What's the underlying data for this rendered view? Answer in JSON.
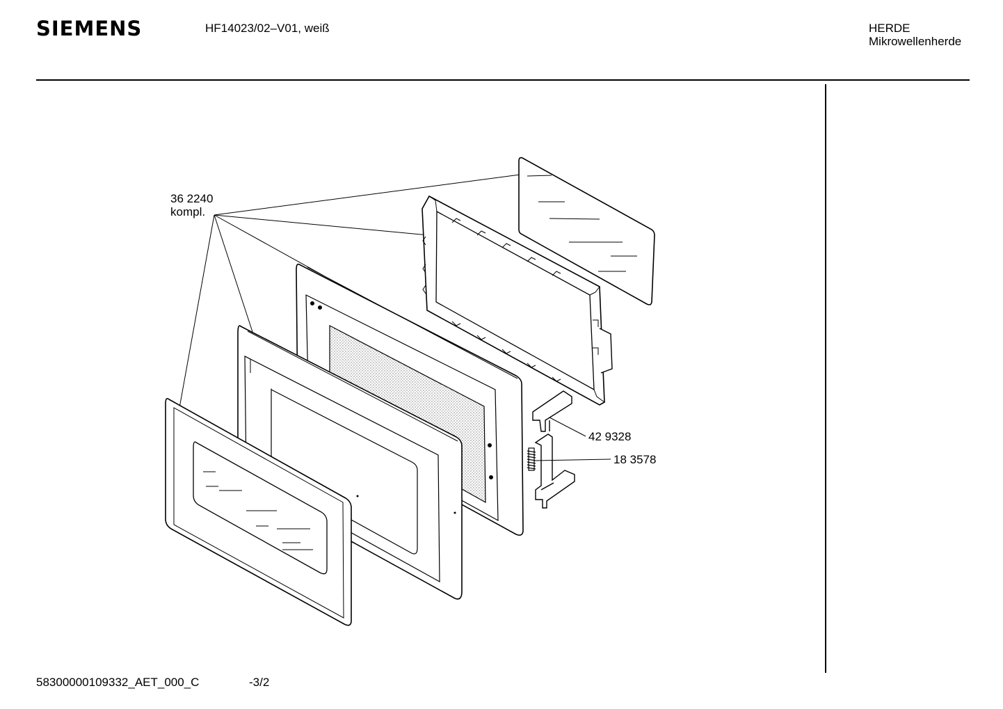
{
  "header": {
    "brand": "SIEMENS",
    "model": "HF14023/02–V01, weiß",
    "category_line1": "HERDE",
    "category_line2": "Mikrowellenherde"
  },
  "parts": [
    {
      "number": "36 2240",
      "note": "kompl."
    },
    {
      "number": "42 9328"
    },
    {
      "number": "18 3578"
    }
  ],
  "footer": {
    "code": "58300000109332_AET_000_C",
    "page": "-3/2"
  }
}
